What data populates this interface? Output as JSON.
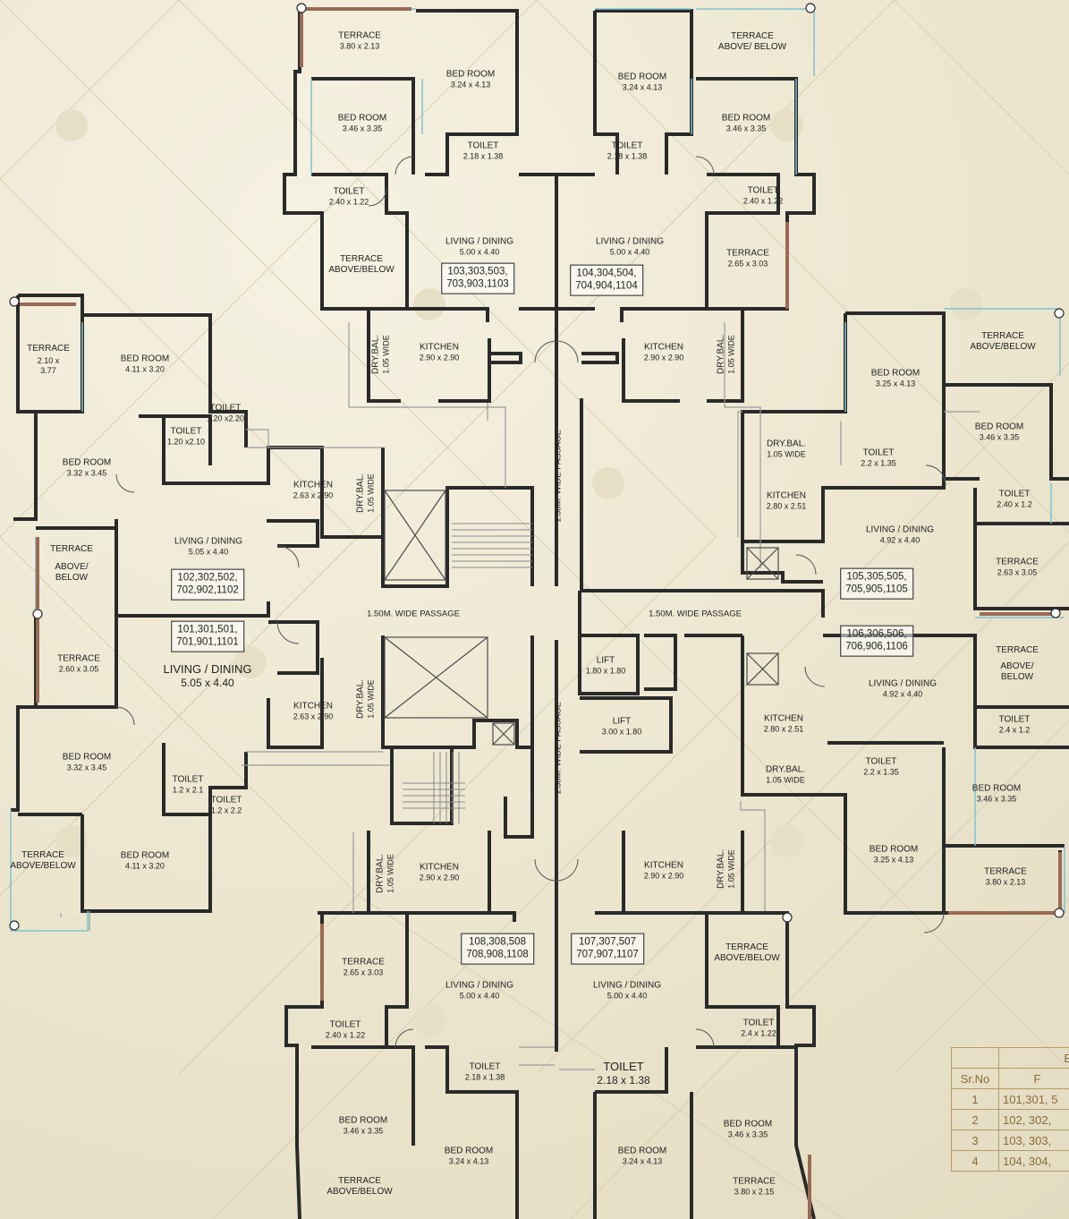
{
  "rooms": [
    {
      "name": "TERRACE",
      "dim": "3.80 x 2.13"
    },
    {
      "name": "BED ROOM",
      "dim": "3.24 x 4.13"
    },
    {
      "name": "BED ROOM",
      "dim": "3.46 x 3.35"
    },
    {
      "name": "TOILET",
      "dim": "2.18 x 1.38"
    },
    {
      "name": "TOILET",
      "dim": "2.40 x 1.22"
    },
    {
      "name": "LIVING / DINING",
      "dim": "5.00 x 4.40"
    },
    {
      "name": "TERRACE",
      "dim": "ABOVE/BELOW"
    },
    {
      "name": "KITCHEN",
      "dim": "2.90 x 2.90"
    },
    {
      "name": "TERRACE",
      "dim": "ABOVE/ BELOW"
    },
    {
      "name": "BED ROOM",
      "dim": "3.24 x 4.13"
    },
    {
      "name": "BED ROOM",
      "dim": "3.46 x 3.35"
    },
    {
      "name": "TOILET",
      "dim": "2.18 x 1.38"
    },
    {
      "name": "TOILET",
      "dim": "2.40 x 1.22"
    },
    {
      "name": "LIVING / DINING",
      "dim": "5.00 x 4.40"
    },
    {
      "name": "TERRACE",
      "dim": "2.65 x 3.03"
    },
    {
      "name": "KITCHEN",
      "dim": "2.90 x 2.90"
    },
    {
      "name": "TERRACE",
      "dim": "2.10 x 3.77"
    },
    {
      "name": "BED ROOM",
      "dim": "4.11 x 3.20"
    },
    {
      "name": "TOILET",
      "dim": "1.20 x2.20"
    },
    {
      "name": "TOILET",
      "dim": "1.20 x2.10"
    },
    {
      "name": "BED ROOM",
      "dim": "3.32 x 3.45"
    },
    {
      "name": "KITCHEN",
      "dim": "2.63 x 2.90"
    },
    {
      "name": "TERRACE",
      "dim": "ABOVE/ BELOW"
    },
    {
      "name": "LIVING / DINING",
      "dim": "5.05 x 4.40"
    },
    {
      "name": "TERRACE",
      "dim": "2.60 x 3.05"
    },
    {
      "name": "LIVING / DINING",
      "dim": "5.05 x 4.40"
    },
    {
      "name": "KITCHEN",
      "dim": "2.63 x 2.90"
    },
    {
      "name": "BED ROOM",
      "dim": "3.32 x 3.45"
    },
    {
      "name": "TOILET",
      "dim": "1.2 x 2.1"
    },
    {
      "name": "TOILET",
      "dim": "1.2 x 2.2"
    },
    {
      "name": "BED ROOM",
      "dim": "4.11 x 3.20"
    },
    {
      "name": "TERRACE",
      "dim": "ABOVE/BELOW"
    },
    {
      "name": "TERRACE",
      "dim": "ABOVE/BELOW"
    },
    {
      "name": "BED ROOM",
      "dim": "3.25 x 4.13"
    },
    {
      "name": "BED ROOM",
      "dim": "3.46 x 3.35"
    },
    {
      "name": "TOILET",
      "dim": "2.2 x 1.35"
    },
    {
      "name": "KITCHEN",
      "dim": "2.80 x 2.51"
    },
    {
      "name": "LIVING / DINING",
      "dim": "4.92 x 4.40"
    },
    {
      "name": "TOILET",
      "dim": "2.40 x 1.2"
    },
    {
      "name": "TERRACE",
      "dim": "2.63 x 3.05"
    },
    {
      "name": "LIVING / DINING",
      "dim": "4.92 x 4.40"
    },
    {
      "name": "TERRACE",
      "dim": "ABOVE/ BELOW"
    },
    {
      "name": "TOILET",
      "dim": "2.4 x 1.2"
    },
    {
      "name": "KITCHEN",
      "dim": "2.80 x 2.51"
    },
    {
      "name": "TOILET",
      "dim": "2.2 x 1.35"
    },
    {
      "name": "BED ROOM",
      "dim": "3.46 x 3.35"
    },
    {
      "name": "BED ROOM",
      "dim": "3.25 x 4.13"
    },
    {
      "name": "TERRACE",
      "dim": "3.80 x 2.13"
    },
    {
      "name": "LIFT",
      "dim": "1.80 x 1.80"
    },
    {
      "name": "LIFT",
      "dim": "3.00 x 1.80"
    },
    {
      "name": "KITCHEN",
      "dim": "2.90 x 2.90"
    },
    {
      "name": "KITCHEN",
      "dim": "2.90 x 2.90"
    },
    {
      "name": "TERRACE",
      "dim": "2.65 x 3.03"
    },
    {
      "name": "LIVING / DINING",
      "dim": "5.00 x 4.40"
    },
    {
      "name": "TERRACE",
      "dim": "ABOVE/BELOW"
    },
    {
      "name": "LIVING / DINING",
      "dim": "5.00 x 4.40"
    },
    {
      "name": "TOILET",
      "dim": "2.40 x 1.22"
    },
    {
      "name": "TOILET",
      "dim": "2.4 x 1.22"
    },
    {
      "name": "TOILET",
      "dim": "2.18 x 1.38"
    },
    {
      "name": "TOILET",
      "dim": "2.18 x 1.38"
    },
    {
      "name": "BED ROOM",
      "dim": "3.46 x 3.35"
    },
    {
      "name": "BED ROOM",
      "dim": "3.46 x 3.35"
    },
    {
      "name": "BED ROOM",
      "dim": "3.24 x 4.13"
    },
    {
      "name": "BED ROOM",
      "dim": "3.24 x 4.13"
    },
    {
      "name": "TERRACE",
      "dim": "ABOVE/BELOW"
    },
    {
      "name": "TERRACE",
      "dim": "3.80 x 2.15"
    }
  ],
  "dry_balconies": [
    {
      "name": "DRY.BAL.",
      "dim": "1.05 WIDE"
    },
    {
      "name": "DRY.BAL.",
      "dim": "1.05 WIDE"
    },
    {
      "name": "DRY.BAL.",
      "dim": "1.05 WIDE"
    },
    {
      "name": "DRY.BAL.",
      "dim": "1.05 WIDE"
    },
    {
      "name": "DRY.BAL.",
      "dim": "1.05 WIDE"
    },
    {
      "name": "DRY.BAL.",
      "dim": "1.05 WIDE"
    },
    {
      "name": "DRY.BAL.",
      "dim": "1.05 WIDE"
    },
    {
      "name": "DRY.BAL.",
      "dim": "1.05 WIDE"
    }
  ],
  "flats": [
    {
      "line1": "103,303,503,",
      "line2": "703,903,1103"
    },
    {
      "line1": "104,304,504,",
      "line2": "704,904,1104"
    },
    {
      "line1": "102,302,502,",
      "line2": "702,902,1102"
    },
    {
      "line1": "101,301,501,",
      "line2": "701,901,1101"
    },
    {
      "line1": "105,305,505,",
      "line2": "705,905,1105"
    },
    {
      "line1": "106,306,506,",
      "line2": "706,906,1106"
    },
    {
      "line1": "108,308,508",
      "line2": "708,908,1108"
    },
    {
      "line1": "107,307,507",
      "line2": "707,907,1107"
    }
  ],
  "passages": {
    "vertical": "1.50M. WIDE PASSAGE",
    "left": "1.50M. WIDE PASSAGE",
    "right": "1.50M.  WIDE PASSAGE"
  },
  "table": {
    "header_partial": "E",
    "col1": "Sr.No",
    "col2_partial": "F",
    "rows": [
      {
        "no": "1",
        "flats": "101,301, 5"
      },
      {
        "no": "2",
        "flats": "102, 302,"
      },
      {
        "no": "3",
        "flats": "103, 303,"
      },
      {
        "no": "4",
        "flats": "104, 304,"
      }
    ]
  },
  "colors": {
    "wall": "#2a2a2a",
    "window": "#7ec3d4",
    "terrace_edge": "#9a6a55",
    "accent_text": "#8a6a3a"
  }
}
